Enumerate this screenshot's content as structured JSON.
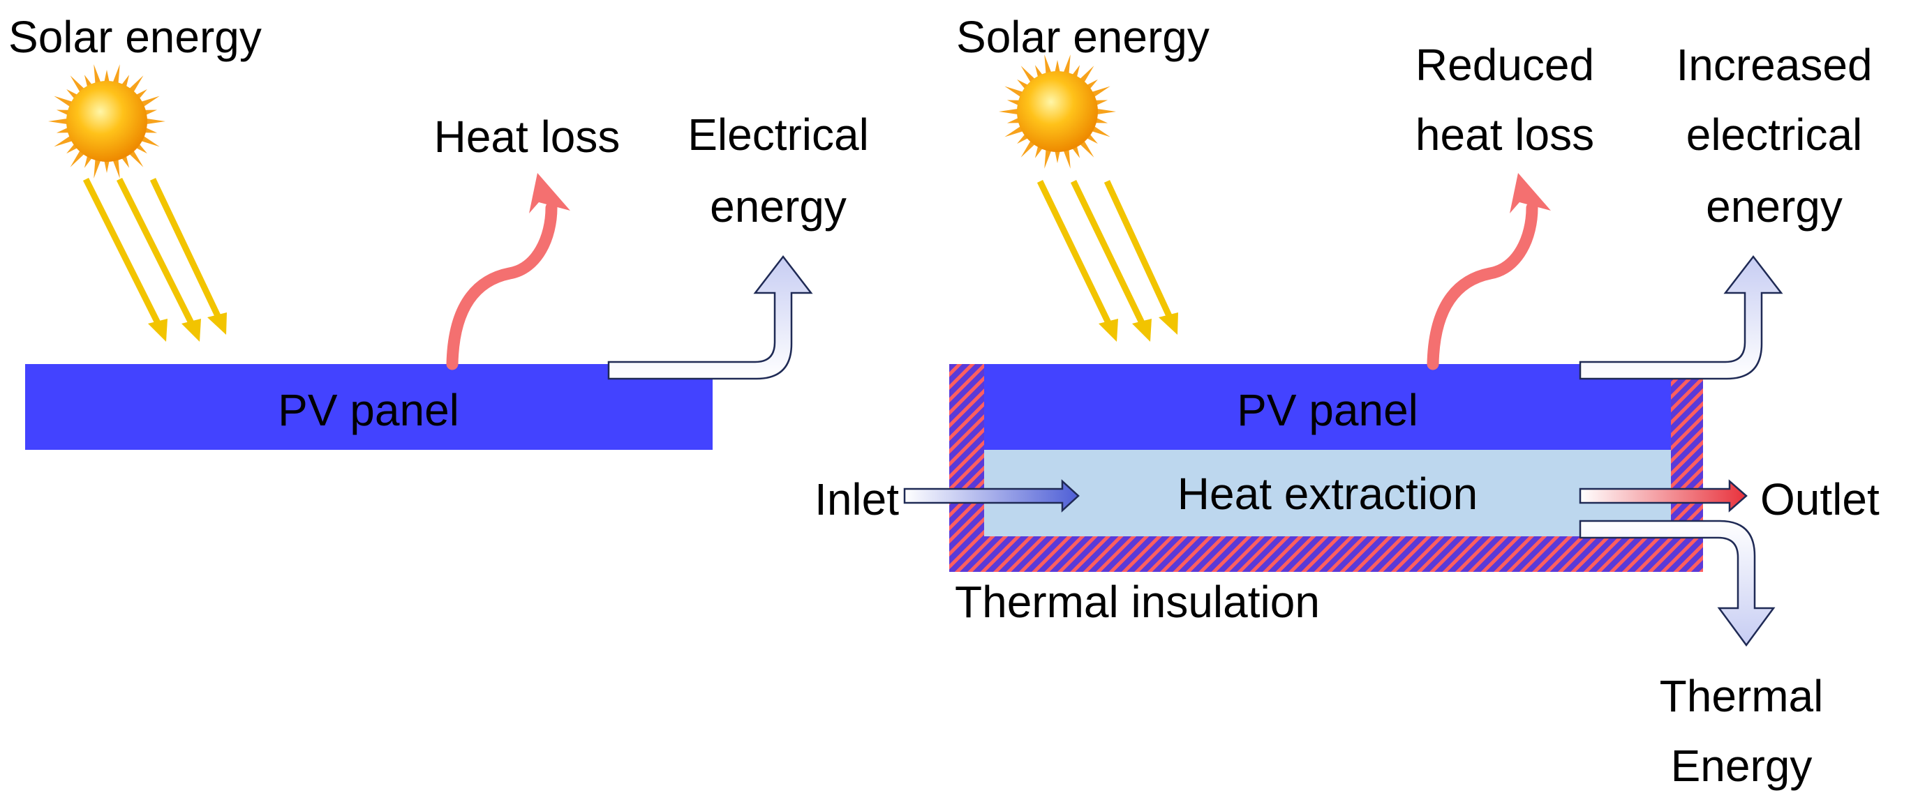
{
  "left": {
    "sun_label": "Solar energy",
    "heat_label": "Heat loss",
    "elec_label": [
      "Electrical",
      "energy"
    ],
    "panel_label": "PV panel"
  },
  "right": {
    "sun_label": "Solar energy",
    "heat_label": [
      "Reduced",
      "heat loss"
    ],
    "elec_label": [
      "Increased",
      "electrical",
      "energy"
    ],
    "panel_label": "PV panel",
    "extraction_label": "Heat extraction",
    "inlet_label": "Inlet",
    "outlet_label": "Outlet",
    "insulation_label": "Thermal insulation",
    "thermal_label": [
      "Thermal",
      "Energy"
    ]
  },
  "colors": {
    "panel": "#4343ff",
    "extraction": "#bdd7ee",
    "insulation_stripe": "#ff5f5f",
    "insulation_base": "#5a3ad8",
    "solar_rays": "#f2c400",
    "heat_arrow": "#f47070",
    "energy_arrow_fill": "#dfe4fb",
    "energy_arrow_stroke": "#1f2a55"
  }
}
